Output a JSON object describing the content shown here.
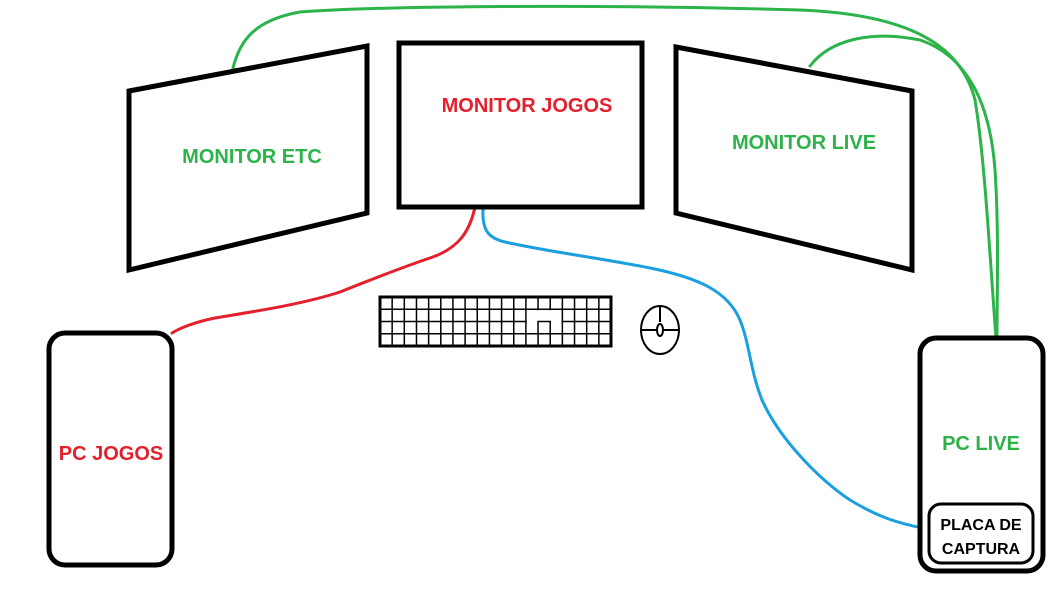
{
  "labels": {
    "monitor_etc": "MONITOR ETC",
    "monitor_jogos": "MONITOR JOGOS",
    "monitor_live": "MONITOR LIVE",
    "pc_jogos": "PC JOGOS",
    "pc_live": "PC LIVE",
    "placa_line1": "PLACA DE",
    "placa_line2": "CAPTURA"
  },
  "colors": {
    "red": "#e3202b",
    "green": "#2cb34a",
    "blue": "#1aa0e0",
    "black": "#000000"
  },
  "icons": {
    "keyboard": "keyboard-icon",
    "mouse": "mouse-icon"
  }
}
